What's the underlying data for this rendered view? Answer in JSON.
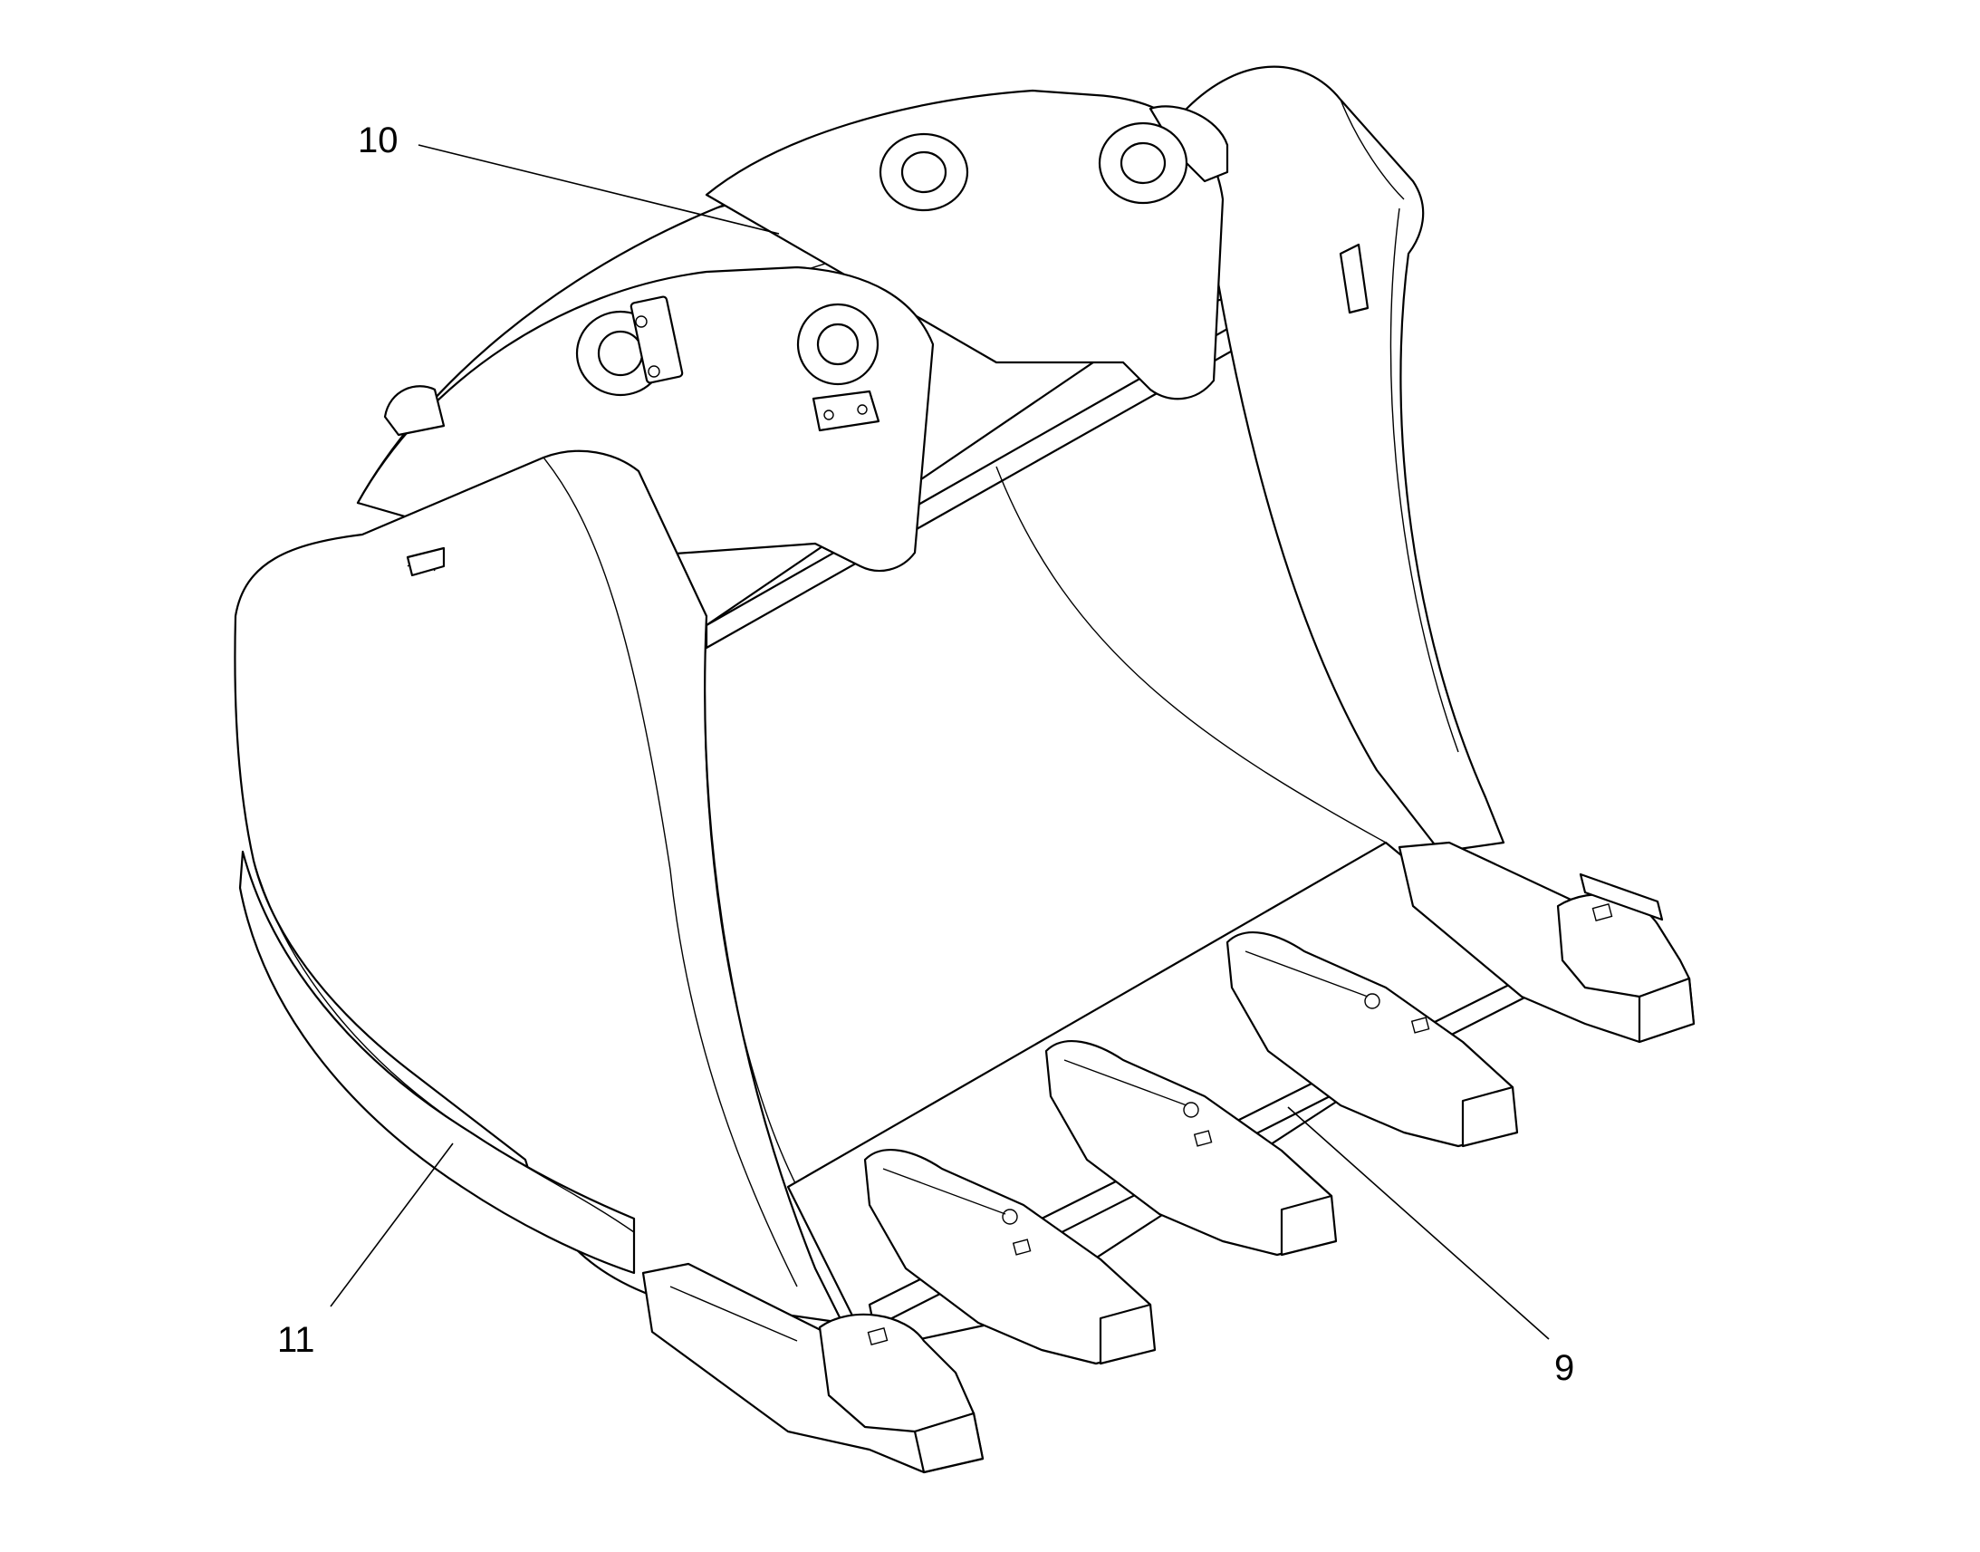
{
  "callouts": [
    {
      "id": "10",
      "label": "10"
    },
    {
      "id": "11",
      "label": "11"
    },
    {
      "id": "9",
      "label": "9"
    }
  ],
  "colors": {
    "ink": "#000000",
    "paper": "#ffffff"
  }
}
